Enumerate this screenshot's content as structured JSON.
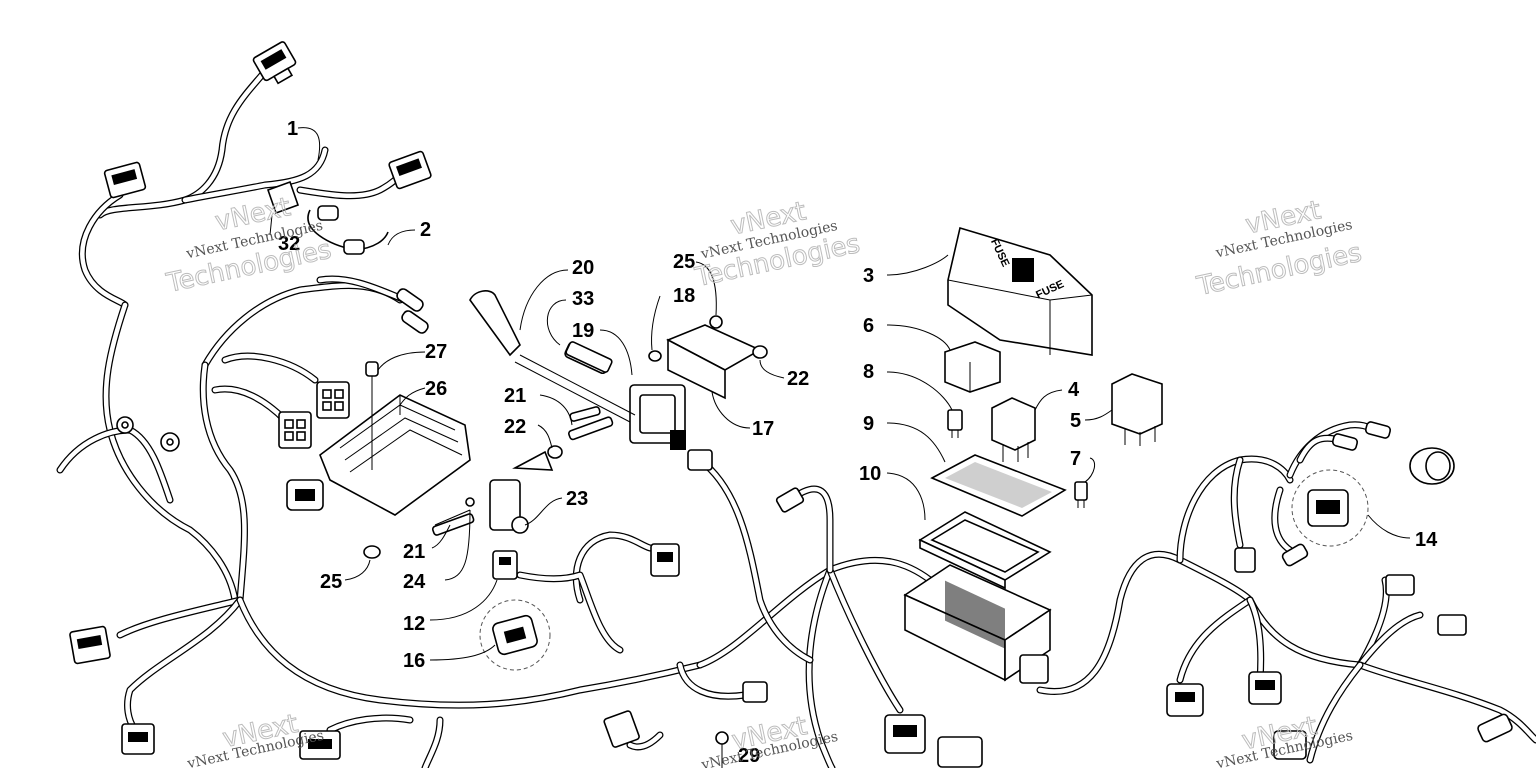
{
  "watermark": {
    "small": "vNext Technologies",
    "large_line1": "vNext",
    "large_line2": "Technologies"
  },
  "fuse_box": {
    "cover_text": "FUSE"
  },
  "callouts": [
    {
      "id": "1",
      "label": "1"
    },
    {
      "id": "2",
      "label": "2"
    },
    {
      "id": "3",
      "label": "3"
    },
    {
      "id": "4",
      "label": "4"
    },
    {
      "id": "5",
      "label": "5"
    },
    {
      "id": "6",
      "label": "6"
    },
    {
      "id": "7",
      "label": "7"
    },
    {
      "id": "8",
      "label": "8"
    },
    {
      "id": "9",
      "label": "9"
    },
    {
      "id": "10",
      "label": "10"
    },
    {
      "id": "12",
      "label": "12"
    },
    {
      "id": "14",
      "label": "14"
    },
    {
      "id": "16",
      "label": "16"
    },
    {
      "id": "17",
      "label": "17"
    },
    {
      "id": "18",
      "label": "18"
    },
    {
      "id": "19",
      "label": "19"
    },
    {
      "id": "20",
      "label": "20"
    },
    {
      "id": "21a",
      "label": "21"
    },
    {
      "id": "21b",
      "label": "21"
    },
    {
      "id": "22a",
      "label": "22"
    },
    {
      "id": "22b",
      "label": "22"
    },
    {
      "id": "23",
      "label": "23"
    },
    {
      "id": "24",
      "label": "24"
    },
    {
      "id": "25a",
      "label": "25"
    },
    {
      "id": "25b",
      "label": "25"
    },
    {
      "id": "26",
      "label": "26"
    },
    {
      "id": "27",
      "label": "27"
    },
    {
      "id": "29",
      "label": "29"
    },
    {
      "id": "32",
      "label": "32"
    },
    {
      "id": "33",
      "label": "33"
    }
  ]
}
